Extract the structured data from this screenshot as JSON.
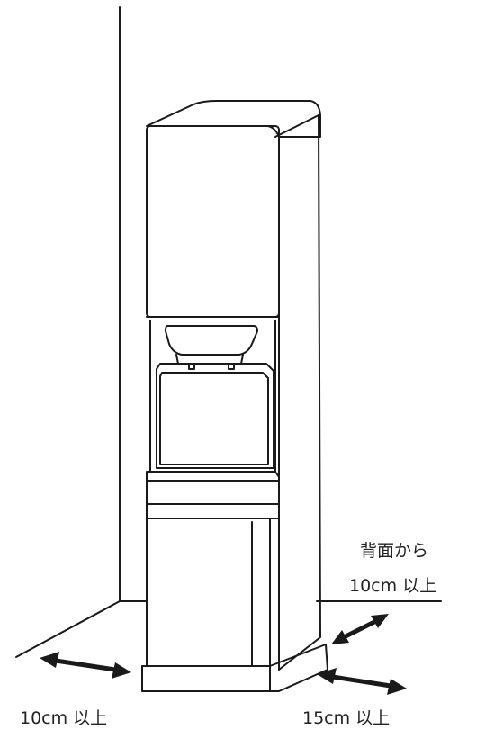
{
  "labels": {
    "back_line1": "背面から",
    "back_line2": "10cm 以上",
    "left": "10cm 以上",
    "right": "15cm 以上"
  },
  "colors": {
    "line": "#1a1a1a",
    "background": "#ffffff"
  }
}
